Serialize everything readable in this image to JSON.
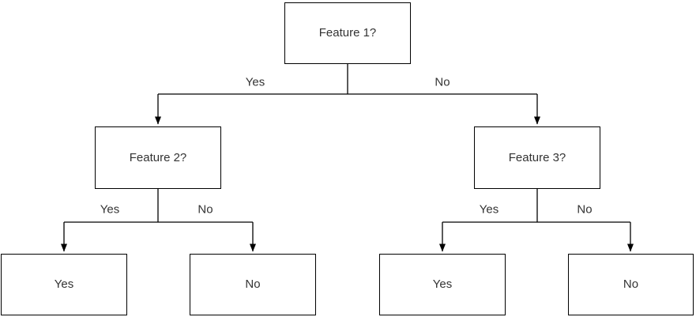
{
  "diagram": {
    "type": "decision-tree",
    "colors": {
      "stroke": "#000000",
      "text": "#333333",
      "background": "#ffffff"
    },
    "nodes": {
      "root": "Feature 1?",
      "left_child": "Feature 2?",
      "right_child": "Feature 3?",
      "leaf_left_yes": "Yes",
      "leaf_left_no": "No",
      "leaf_right_yes": "Yes",
      "leaf_right_no": "No"
    },
    "edge_labels": {
      "root_yes": "Yes",
      "root_no": "No",
      "left_yes": "Yes",
      "left_no": "No",
      "right_yes": "Yes",
      "right_no": "No"
    }
  }
}
